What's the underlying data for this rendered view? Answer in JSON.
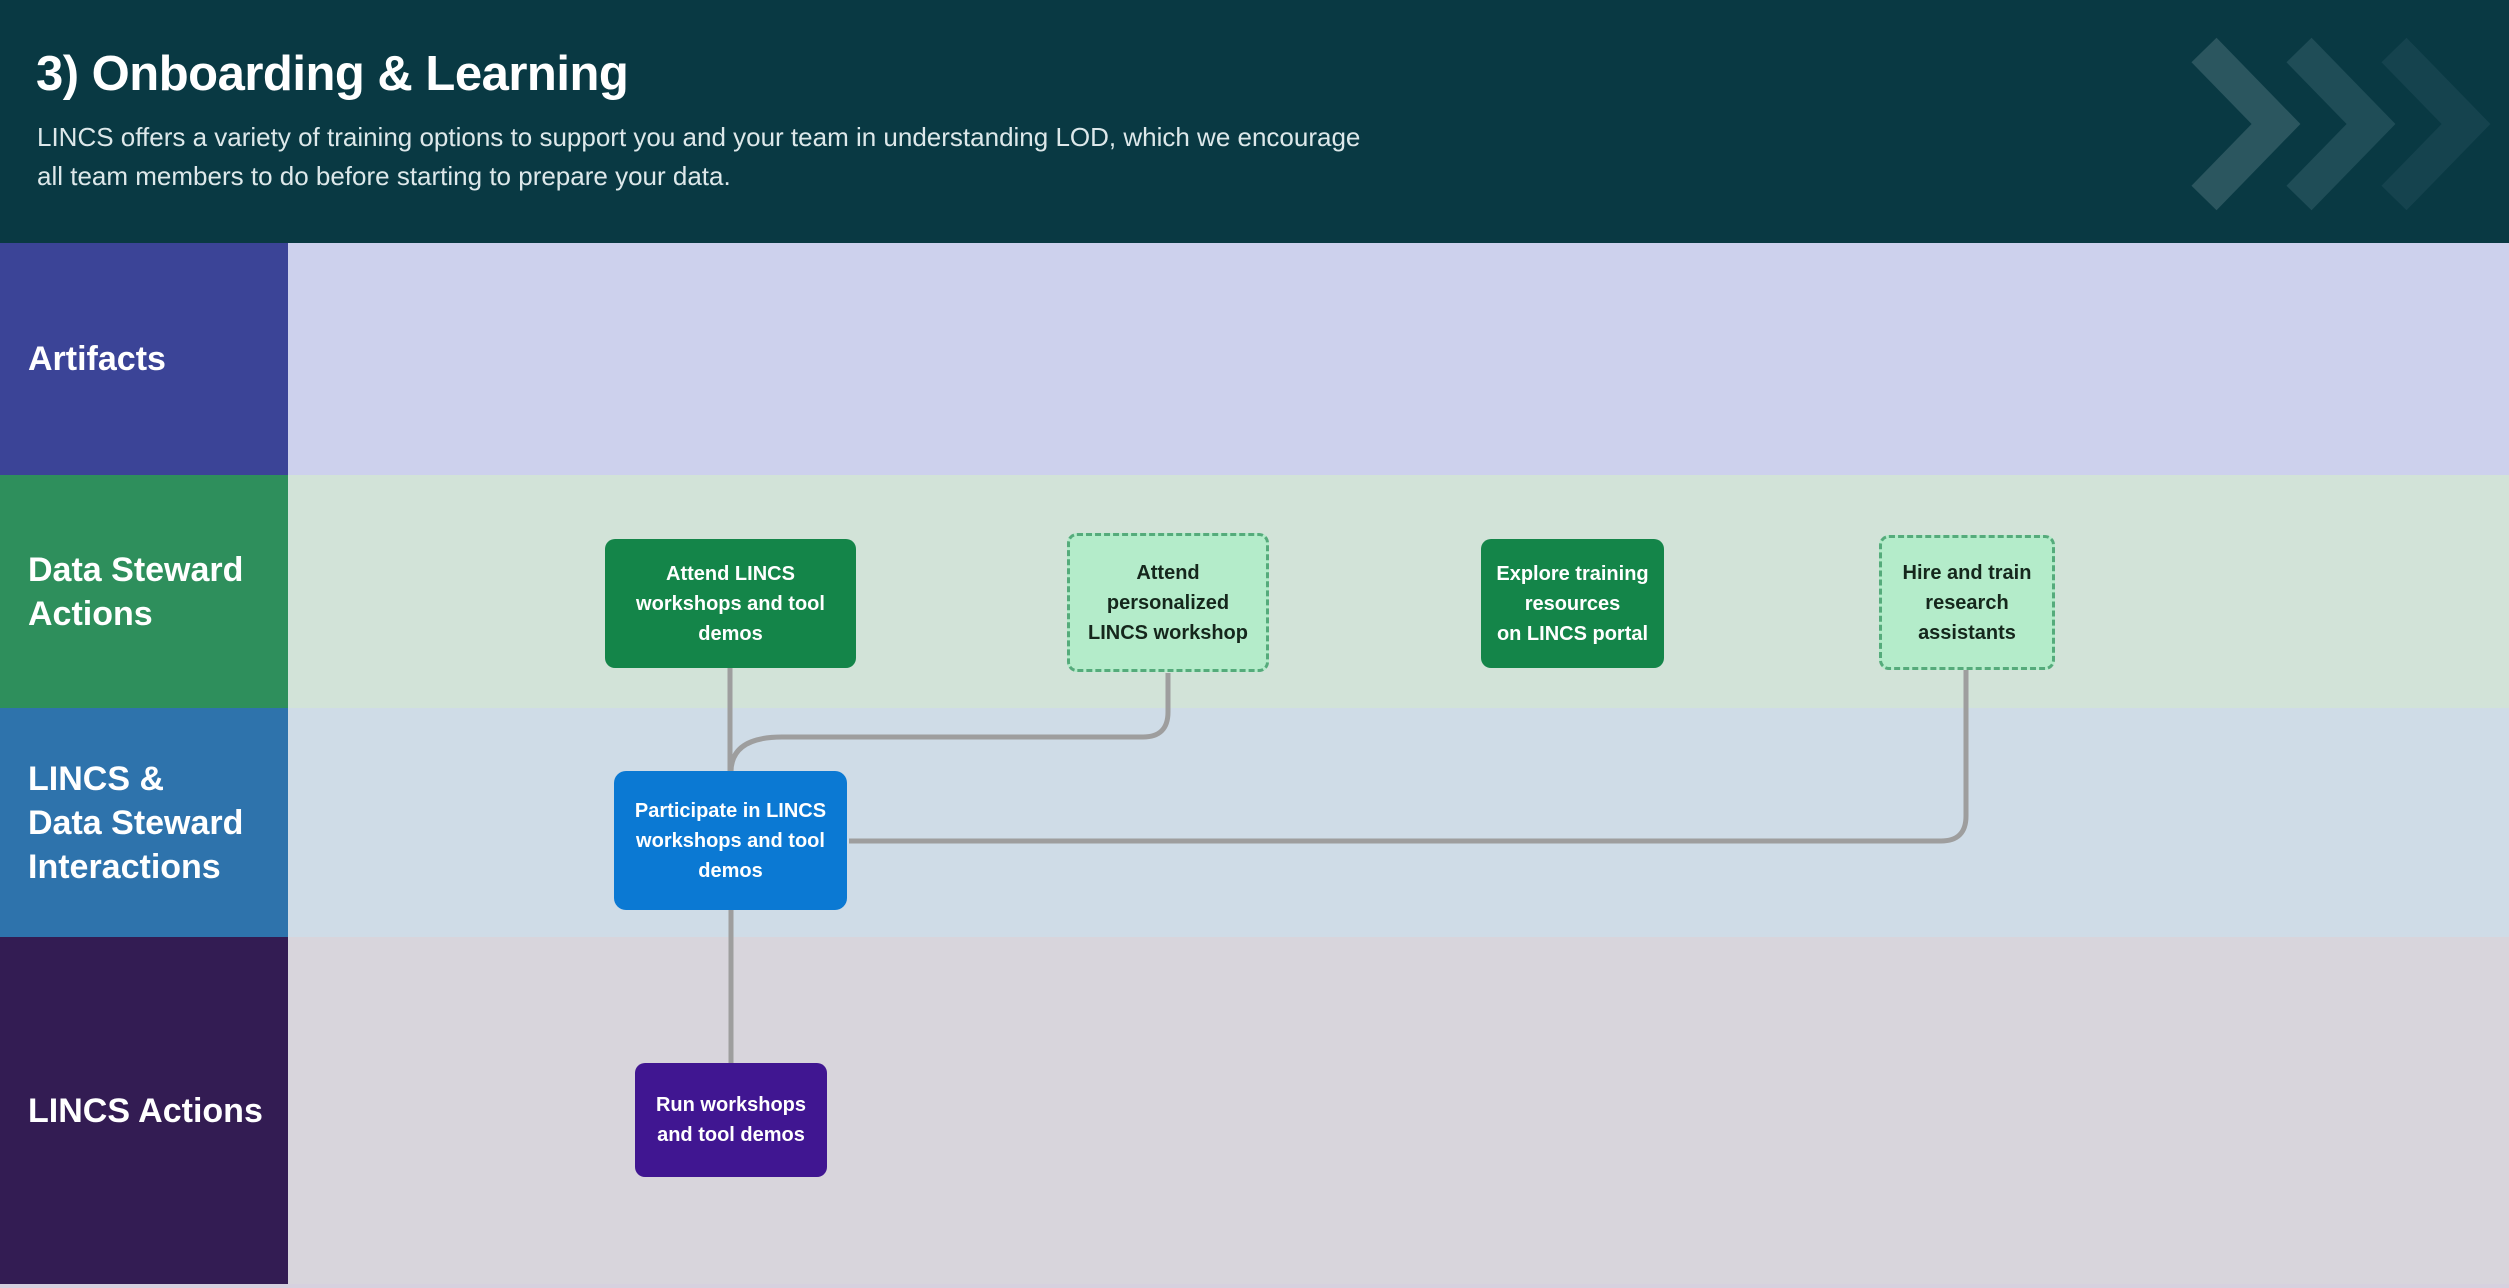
{
  "header": {
    "title": "3) Onboarding & Learning",
    "subtitle": "LINCS offers a variety of training options to support you and your team in understanding LOD, which we encourage all team members to do before starting to prepare your data.",
    "background_color": "#093943",
    "chevron_icon": "triple-chevron-right",
    "chevron_colors": [
      "#2b565f",
      "#1f4d57",
      "#15434e"
    ]
  },
  "lanes": [
    {
      "label": "Artifacts",
      "lane_color": "#3b4497",
      "row_background": "#cdd1ed"
    },
    {
      "label": "Data Steward\nActions",
      "lane_color": "#2e8f5c",
      "row_background": "#d2e3d8"
    },
    {
      "label": "LINCS &\nData Steward\nInteractions",
      "lane_color": "#2e73ac",
      "row_background": "#cfdce7"
    },
    {
      "label": "LINCS Actions",
      "lane_color": "#331c53",
      "row_background": "#d8d5dc"
    }
  ],
  "boxes": [
    {
      "label": "Attend LINCS\nworkshops and tool\ndemos",
      "lane": "Data Steward Actions",
      "variant": "solid-green",
      "fill": "#148549",
      "text_color": "#ffffff"
    },
    {
      "label": "Attend\npersonalized\nLINCS workshop",
      "lane": "Data Steward Actions",
      "variant": "dashed-light-green",
      "fill": "#b4ecca",
      "border_color": "#55ab7b",
      "text_color": "#15271c"
    },
    {
      "label": "Explore training\nresources\non LINCS portal",
      "lane": "Data Steward Actions",
      "variant": "solid-green",
      "fill": "#148549",
      "text_color": "#ffffff"
    },
    {
      "label": "Hire and train\nresearch\nassistants",
      "lane": "Data Steward Actions",
      "variant": "dashed-light-green",
      "fill": "#b4ecca",
      "border_color": "#55ab7b",
      "text_color": "#15271c"
    },
    {
      "label": "Participate in LINCS\nworkshops and tool\ndemos",
      "lane": "LINCS & Data Steward Interactions",
      "variant": "solid-blue",
      "fill": "#0b79d3",
      "text_color": "#ffffff"
    },
    {
      "label": "Run workshops\nand tool demos",
      "lane": "LINCS Actions",
      "variant": "solid-purple",
      "fill": "#401691",
      "text_color": "#ffffff"
    }
  ],
  "connectors": {
    "color": "#9e9e9e",
    "links": [
      {
        "from": "Attend LINCS workshops and tool demos",
        "to": "Participate in LINCS workshops and tool demos"
      },
      {
        "from": "Attend personalized LINCS workshop",
        "to": "Participate in LINCS workshops and tool demos"
      },
      {
        "from": "Hire and train research assistants",
        "to": "Participate in LINCS workshops and tool demos"
      },
      {
        "from": "Participate in LINCS workshops and tool demos",
        "to": "Run workshops and tool demos"
      }
    ]
  }
}
